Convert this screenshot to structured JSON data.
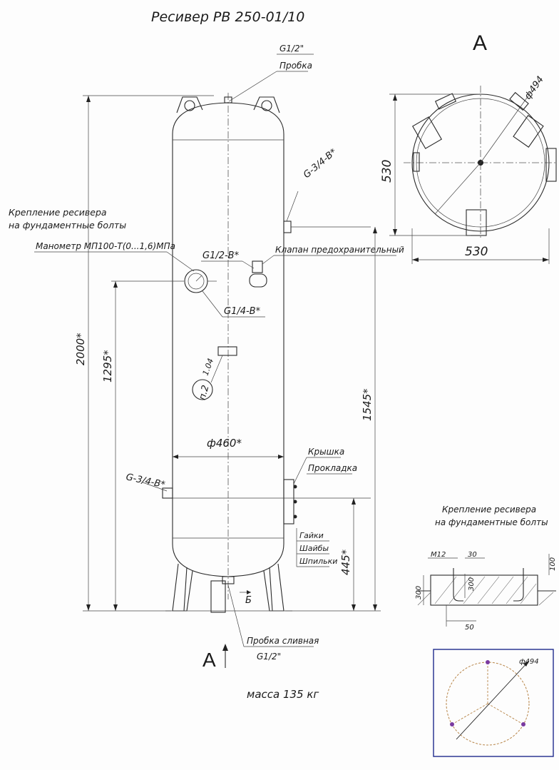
{
  "title": "Ресивер РВ 250-01/10",
  "view_label_top": "А",
  "view_label_bottom": "А",
  "mass": "масса 135 кг",
  "callouts": {
    "top_plug_size": "G1/2\"",
    "top_plug_name": "Пробка",
    "port_right_upper": "G-3/4-B*",
    "mounting_title_1": "Крепление ресивера",
    "mounting_title_2": "на фундаментные болты",
    "gauge": "Манометр МП100-Т(0...1,6)МПа",
    "valve_port": "G1/2-B*",
    "safety_valve": "Клапан предохранительный",
    "gauge_port": "G1/4-B*",
    "nameplate": "п.2",
    "nameplate_tag": "1.04",
    "diameter": "ф460*",
    "port_left_lower": "G-3/4-B*",
    "lid": "Крышка",
    "gasket": "Прокладка",
    "nuts": "Гайки",
    "washers": "Шайбы",
    "studs": "Шпильки",
    "drain_plug": "Пробка сливная",
    "drain_size": "G1/2\"",
    "section_b": "Б"
  },
  "dimensions": {
    "height_total": "2000*",
    "height_gauge": "1295*",
    "height_right": "1545*",
    "height_hatch": "445*",
    "view_a_width": "530",
    "view_a_height": "530",
    "view_a_diameter": "ф494"
  },
  "foundation": {
    "title_1": "Крепление ресивера",
    "title_2": "на фундаментные болты",
    "bolt": "М12",
    "d30": "30",
    "d100": "100",
    "d300_left": "300",
    "d300_inner": "300",
    "d50": "50"
  },
  "bolt_circle": {
    "diameter": "ф494"
  }
}
